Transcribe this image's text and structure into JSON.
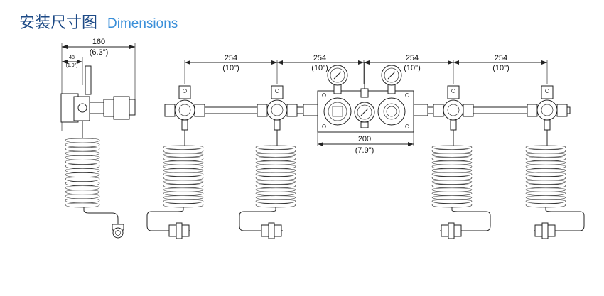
{
  "title": {
    "chinese": "安装尺寸图",
    "english": "Dimensions"
  },
  "side_view": {
    "overall": {
      "mm": "160",
      "inch": "(6.3\")"
    },
    "offset": {
      "mm": "48",
      "inch": "(1.9\")"
    }
  },
  "front_view": {
    "spacings": [
      {
        "mm": "254",
        "inch": "(10\")"
      },
      {
        "mm": "254",
        "inch": "(10\")"
      },
      {
        "mm": "254",
        "inch": "(10\")"
      },
      {
        "mm": "254",
        "inch": "(10\")"
      }
    ],
    "panel_width": {
      "mm": "200",
      "inch": "(7.9\")"
    }
  },
  "colors": {
    "title_cn": "#1d4a86",
    "title_en": "#3a8fd9"
  }
}
